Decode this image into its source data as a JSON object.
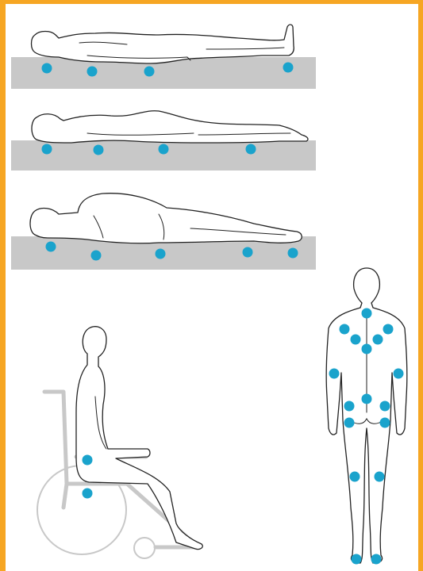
{
  "colors": {
    "border": "#f6a623",
    "pressure_point": "#1aa3cc",
    "support_surface": "#c8c8c8",
    "outline": "#222222",
    "background": "#ffffff"
  },
  "figures": [
    {
      "id": "lying-on-back",
      "pressure_points": 4
    },
    {
      "id": "lying-on-side",
      "pressure_points": 4
    },
    {
      "id": "lying-on-front",
      "pressure_points": 5
    },
    {
      "id": "sitting-in-wheelchair",
      "pressure_points": 2
    },
    {
      "id": "standing-back-view",
      "pressure_points": 17
    }
  ]
}
